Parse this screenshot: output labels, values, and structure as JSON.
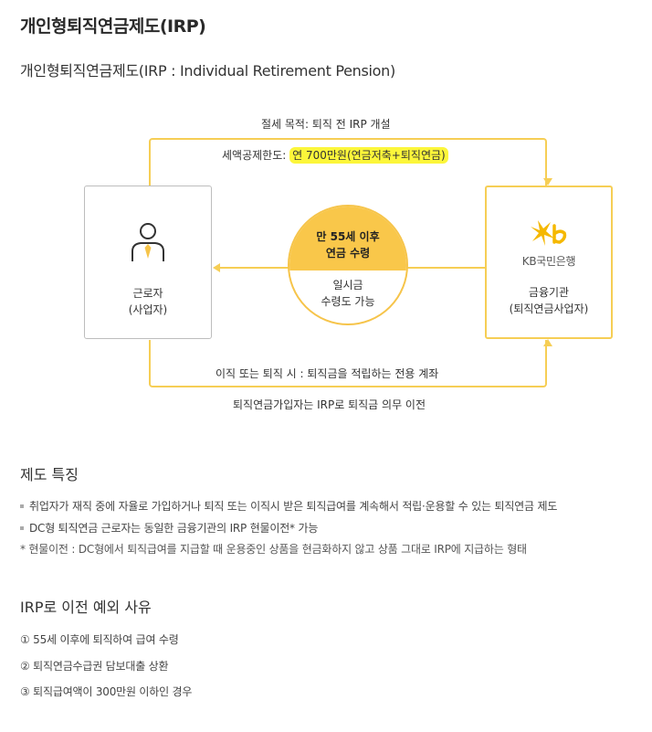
{
  "page": {
    "title": "개인형퇴직연금제도(IRP)",
    "subtitle": "개인형퇴직연금제도(IRP : Individual Retirement Pension)"
  },
  "diagram": {
    "top_label": "절세 목적: 퇴직 전 IRP 개설",
    "deduction_prefix": "세액공제한도:",
    "deduction_highlight": "연 700만원(연금저축+퇴직연금)",
    "worker_label_line1": "근로자",
    "worker_label_line2": "(사업자)",
    "bank_logo_text": "KB국민은행",
    "bank_label_line1": "금융기관",
    "bank_label_line2": "(퇴직연금사업자)",
    "circle_top_line1": "만 55세 이후",
    "circle_top_line2": "연금 수령",
    "circle_bottom_line1": "일시금",
    "circle_bottom_line2": "수령도 가능",
    "bottom_label": "이직 또는 퇴직 시 : 퇴직금을 적립하는 전용 계좌",
    "bottom_note": "퇴직연금가입자는 IRP로 퇴직금 의무 이전",
    "accent_color": "#f6ce55",
    "highlight_color": "#fcf63a",
    "icons": [
      "person-icon",
      "kb-star-logo-icon"
    ]
  },
  "features": {
    "title": "제도 특징",
    "items": [
      "취업자가 재직 중에 자율로 가입하거나 퇴직 또는 이직시 받은 퇴직급여를 계속해서 적립·운용할 수 있는 퇴직연금 제도",
      "DC형 퇴직연금 근로자는 동일한 금융기관의 IRP 현물이전* 가능"
    ],
    "note": "* 현물이전 : DC형에서 퇴직급여를 지급할 때 운용중인 상품을 현금화하지 않고 상품 그대로 IRP에 지급하는 형태"
  },
  "exceptions": {
    "title": "IRP로 이전 예외 사유",
    "items": [
      "① 55세 이후에 퇴직하여 급여 수령",
      "② 퇴직연금수급권 담보대출 상환",
      "③ 퇴직급여액이 300만원 이하인 경우"
    ]
  }
}
